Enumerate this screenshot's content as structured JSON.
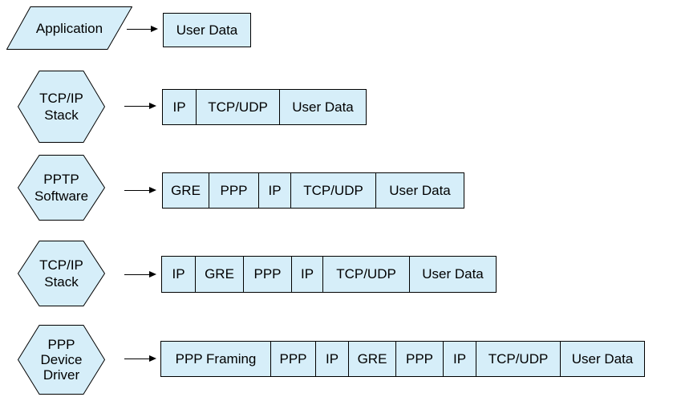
{
  "diagram": {
    "subject": "PPTP encapsulation layers",
    "colors": {
      "shape_fill": "#D6EEF9",
      "shape_border": "#000000",
      "text": "#000000",
      "background": "#FFFFFF"
    },
    "rows": [
      {
        "stage": "Application",
        "shape": "parallelogram",
        "stage_lines": [
          "Application"
        ],
        "packet": [
          "User Data"
        ]
      },
      {
        "stage": "TCP/IP Stack",
        "shape": "hexagon",
        "stage_lines": [
          "TCP/IP",
          "Stack"
        ],
        "packet": [
          "IP",
          "TCP/UDP",
          "User Data"
        ]
      },
      {
        "stage": "PPTP Software",
        "shape": "hexagon",
        "stage_lines": [
          "PPTP",
          "Software"
        ],
        "packet": [
          "GRE",
          "PPP",
          "IP",
          "TCP/UDP",
          "User Data"
        ]
      },
      {
        "stage": "TCP/IP Stack",
        "shape": "hexagon",
        "stage_lines": [
          "TCP/IP",
          "Stack"
        ],
        "packet": [
          "IP",
          "GRE",
          "PPP",
          "IP",
          "TCP/UDP",
          "User Data"
        ]
      },
      {
        "stage": "PPP Device Driver",
        "shape": "hexagon",
        "stage_lines": [
          "PPP",
          "Device",
          "Driver"
        ],
        "packet": [
          "PPP Framing",
          "PPP",
          "IP",
          "GRE",
          "PPP",
          "IP",
          "TCP/UDP",
          "User Data"
        ]
      }
    ]
  }
}
